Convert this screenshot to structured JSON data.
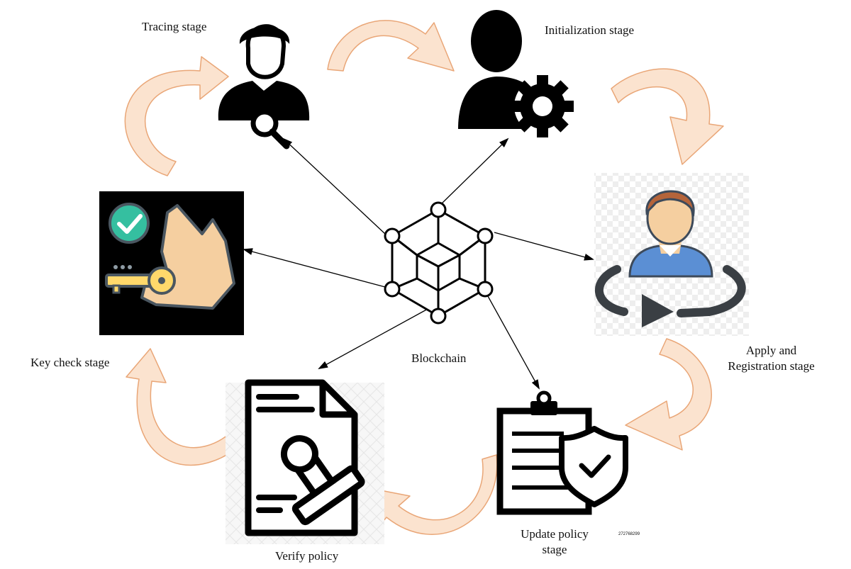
{
  "diagram": {
    "center": {
      "label": "Blockchain",
      "icon": "blockchain-cube-icon"
    },
    "stages": [
      {
        "id": "tracing",
        "label": "Tracing stage",
        "icon": "user-search-icon"
      },
      {
        "id": "initialization",
        "label": "Initialization stage",
        "icon": "user-gear-icon"
      },
      {
        "id": "apply",
        "label_lines": [
          "Apply and",
          "Registration stage"
        ],
        "icon": "user-rotate-icon"
      },
      {
        "id": "update",
        "label_lines": [
          "Update policy",
          "stage"
        ],
        "icon": "clipboard-shield-icon"
      },
      {
        "id": "verify",
        "label": "Verify policy",
        "icon": "document-stamp-icon"
      },
      {
        "id": "keycheck",
        "label": "Key check stage",
        "icon": "hand-key-check-icon"
      }
    ],
    "stock_id": "272768299"
  },
  "colors": {
    "cycle_arrow_fill": "#fbe3cf",
    "cycle_arrow_stroke": "#e9a677",
    "line": "#000000",
    "keycheck_bg": "#000000",
    "check_green": "#35bfa0",
    "key_yellow": "#ffd86b",
    "skin": "#f5cfa0",
    "hair": "#b5643a",
    "shirt_blue": "#5b8fd4",
    "rotate_grey": "#3a3f44"
  }
}
